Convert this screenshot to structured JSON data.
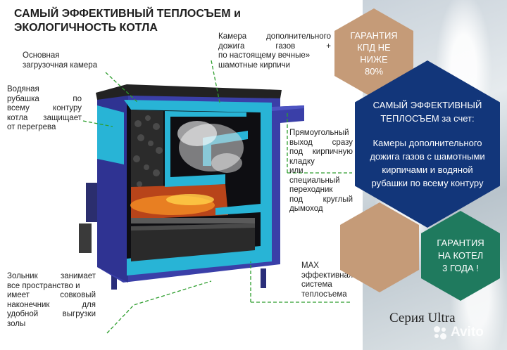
{
  "title": {
    "line1": "САМЫЙ ЭФФЕКТИВНЫЙ ТЕПЛОСЪЕМ и",
    "line2": "ЭКОЛОГИЧНОСТЬ КОТЛА"
  },
  "labels": {
    "loading_chamber": [
      "Основная",
      "загрузочная камера"
    ],
    "water_jacket": [
      "Водяная",
      "рубашка по",
      "всему контуру",
      "котла защищает",
      "от перегрева"
    ],
    "afterburn_chamber": [
      "Камера дополнительного",
      "дожига газов +",
      "по настоящему вечные»",
      "шамотные кирпичи"
    ],
    "outlet": [
      "Прямоугольный",
      "выход сразу",
      "под кирпичную",
      "кладку",
      "или",
      "специальный",
      "переходник",
      "под круглый",
      "дымоход"
    ],
    "ash_pan": [
      "Зольник занимает",
      "все пространство и",
      "имеет совковый",
      "наконечник для",
      "удобной выгрузки",
      "золы"
    ],
    "heat_system": [
      "MAX",
      "эффективная",
      "система",
      "теплосъема"
    ]
  },
  "badges": {
    "efficiency": [
      "ГАРАНТИЯ",
      "КПД НЕ НИЖЕ",
      "80%"
    ],
    "heat_removal_lead": [
      "САМЫЙ ЭФФЕКТИВНЫЙ",
      "ТЕПЛОСЪЕМ за счет:"
    ],
    "heat_removal_body": [
      "Камеры дополнительного",
      "дожига газов с шамотными",
      "кирпичами и водяной",
      "рубашки по всему контуру"
    ],
    "warranty": [
      "ГАРАНТИЯ",
      "НА КОТЕЛ",
      "3 ГОДА !"
    ]
  },
  "series": "Серия Ultra",
  "watermark": "Avito",
  "colors": {
    "boiler_body": "#3a3fa8",
    "water_jacket": "#28b4d6",
    "hex_tan": "#c59b78",
    "hex_blue": "#12367a",
    "hex_green": "#1f7a5e",
    "leader_line": "#2e9e2e"
  }
}
